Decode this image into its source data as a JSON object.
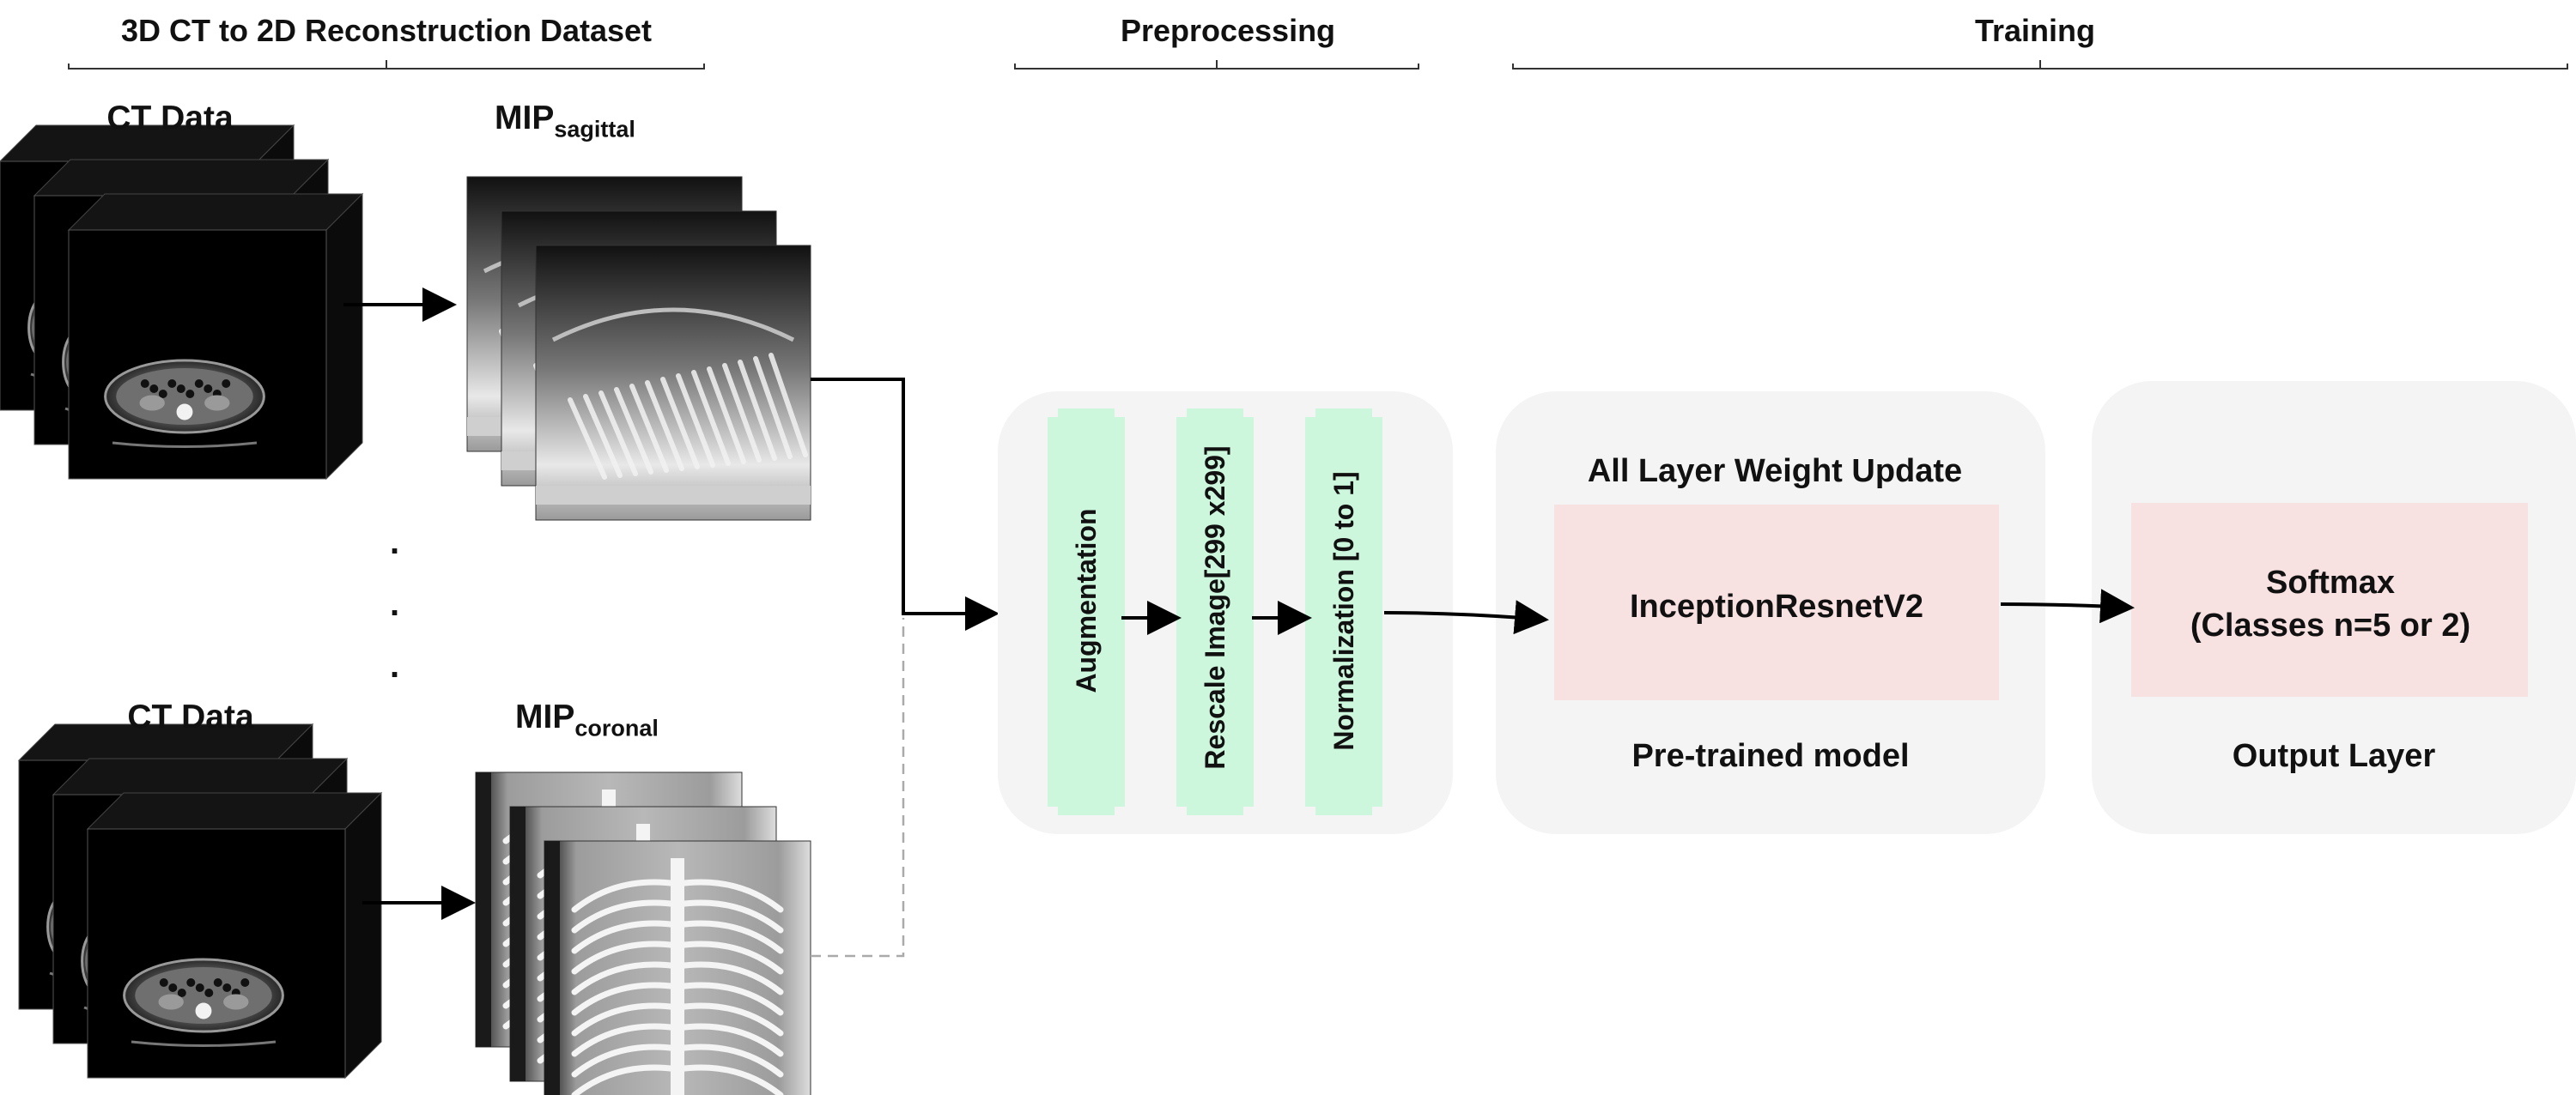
{
  "headers": {
    "dataset": "3D CT to 2D Reconstruction Dataset",
    "preprocessing": "Preprocessing",
    "training": "Training"
  },
  "ct_top": {
    "label": "CT Data"
  },
  "ct_bottom": {
    "label": "CT Data"
  },
  "mip_sagittal": {
    "base": "MIP",
    "sub": "sagittal"
  },
  "mip_coronal": {
    "base": "MIP",
    "sub": "coronal"
  },
  "ellipsis_dots": ".",
  "preprocessing_steps": [
    {
      "label": "Augmentation"
    },
    {
      "label": "Rescale Image[299 x299]"
    },
    {
      "label": "Normalization [0 to 1]"
    }
  ],
  "training_block": {
    "top_label": "All Layer Weight Update",
    "model_name": "InceptionResnetV2",
    "bottom_label": "Pre-trained model"
  },
  "output_block": {
    "line1": "Softmax",
    "line2": "(Classes n=5 or 2)",
    "bottom_label": "Output Layer"
  },
  "colors": {
    "panel_bg": "#f4f4f4",
    "step_green": "#cdf7dd",
    "model_pink": "#f8e1e1",
    "ct_block": "#000000",
    "arrow": "#000000"
  }
}
